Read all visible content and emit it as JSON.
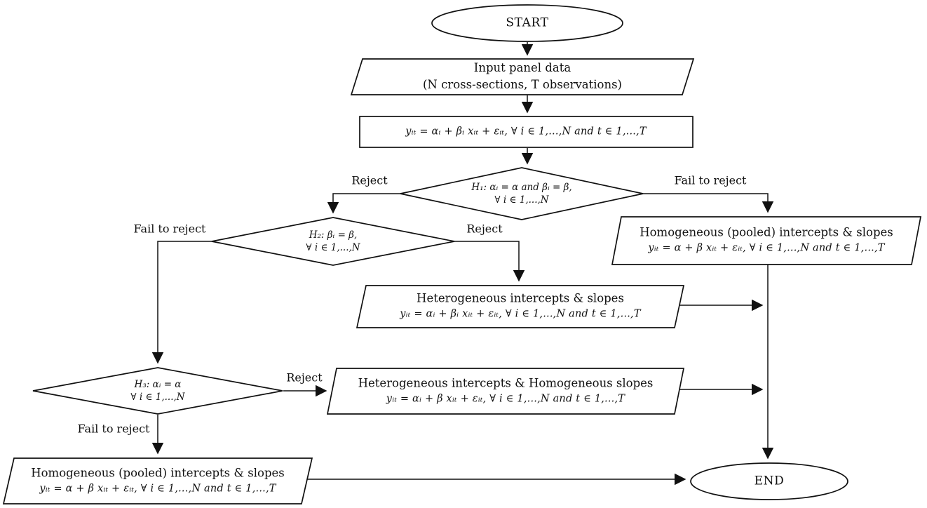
{
  "diagram": {
    "nodes": {
      "start": {
        "label": "START"
      },
      "input": {
        "line1": "Input panel data",
        "line2": "(N cross-sections, T observations)"
      },
      "model": {
        "equation": "yᵢₜ = αᵢ + βᵢ xᵢₜ + εᵢₜ, ∀ i ∈ 1,...,N and t ∈ 1,...,T"
      },
      "h1": {
        "line1": "H₁: αᵢ = α and βᵢ = β,",
        "line2": "∀ i ∈ 1,...,N"
      },
      "h2": {
        "line1": "H₂: βᵢ = β,",
        "line2": "∀ i ∈ 1,...,N"
      },
      "h3": {
        "line1": "H₃:  αᵢ = α",
        "line2": "∀ i ∈ 1,...,N"
      },
      "pooled_right": {
        "title": "Homogeneous (pooled) intercepts & slopes",
        "equation": "yᵢₜ = α + β xᵢₜ + εᵢₜ, ∀ i ∈ 1,...,N and t ∈ 1,...,T"
      },
      "hetero": {
        "title": "Heterogeneous intercepts & slopes",
        "equation": "yᵢₜ = αᵢ + βᵢ xᵢₜ + εᵢₜ, ∀ i ∈ 1,...,N and t ∈ 1,...,T"
      },
      "hetero_homo": {
        "title": "Heterogeneous intercepts & Homogeneous slopes",
        "equation": "yᵢₜ = αᵢ + β xᵢₜ + εᵢₜ, ∀ i ∈ 1,...,N and t ∈ 1,...,T"
      },
      "pooled_bottom": {
        "title": "Homogeneous (pooled) intercepts & slopes",
        "equation": "yᵢₜ = α + β xᵢₜ + εᵢₜ, ∀ i ∈ 1,...,N and t ∈ 1,...,T"
      },
      "end": {
        "label": "END"
      }
    },
    "edge_labels": {
      "h1_reject": "Reject",
      "h1_fail": "Fail to reject",
      "h2_fail": "Fail to reject",
      "h2_reject": "Reject",
      "h3_reject": "Reject",
      "h3_fail": "Fail to reject"
    },
    "colors": {
      "stroke": "#111111",
      "background": "#ffffff",
      "text": "#111111"
    }
  }
}
